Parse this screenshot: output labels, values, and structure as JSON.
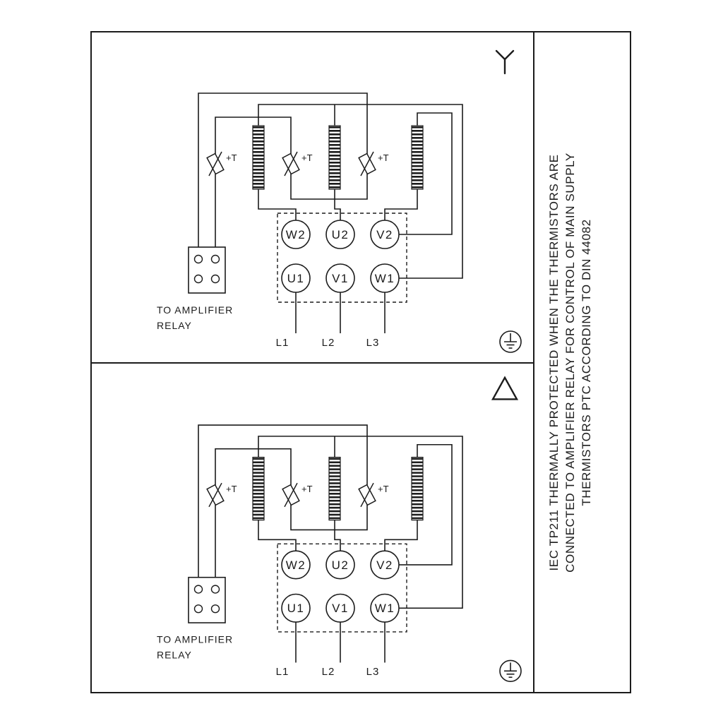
{
  "colors": {
    "ink": "#1c1c1c",
    "background": "#ffffff"
  },
  "panels": [
    {
      "name": "star-connection",
      "symbol": "wye",
      "thermistor_labels": [
        "+T",
        "+T",
        "+T"
      ],
      "terminals_top": [
        "W2",
        "U2",
        "V2"
      ],
      "terminals_bottom": [
        "U1",
        "V1",
        "W1"
      ],
      "relay_caption": [
        "TO AMPLIFIER",
        "RELAY"
      ],
      "mains_labels": [
        "L1",
        "L2",
        "L3"
      ]
    },
    {
      "name": "delta-connection",
      "symbol": "delta",
      "thermistor_labels": [
        "+T",
        "+T",
        "+T"
      ],
      "terminals_top": [
        "W2",
        "U2",
        "V2"
      ],
      "terminals_bottom": [
        "U1",
        "V1",
        "W1"
      ],
      "relay_caption": [
        "TO AMPLIFIER",
        "RELAY"
      ],
      "mains_labels": [
        "L1",
        "L2",
        "L3"
      ]
    }
  ],
  "side_note": {
    "lines": [
      "IEC TP211 THERMALLY PROTECTED WHEN THE THERMISTORS ARE",
      "CONNECTED TO AMPLIFIER RELAY FOR CONTROL OF MAIN SUPPLY",
      "THERMISTORS PTC ACCORDING TO DIN 44082"
    ]
  }
}
